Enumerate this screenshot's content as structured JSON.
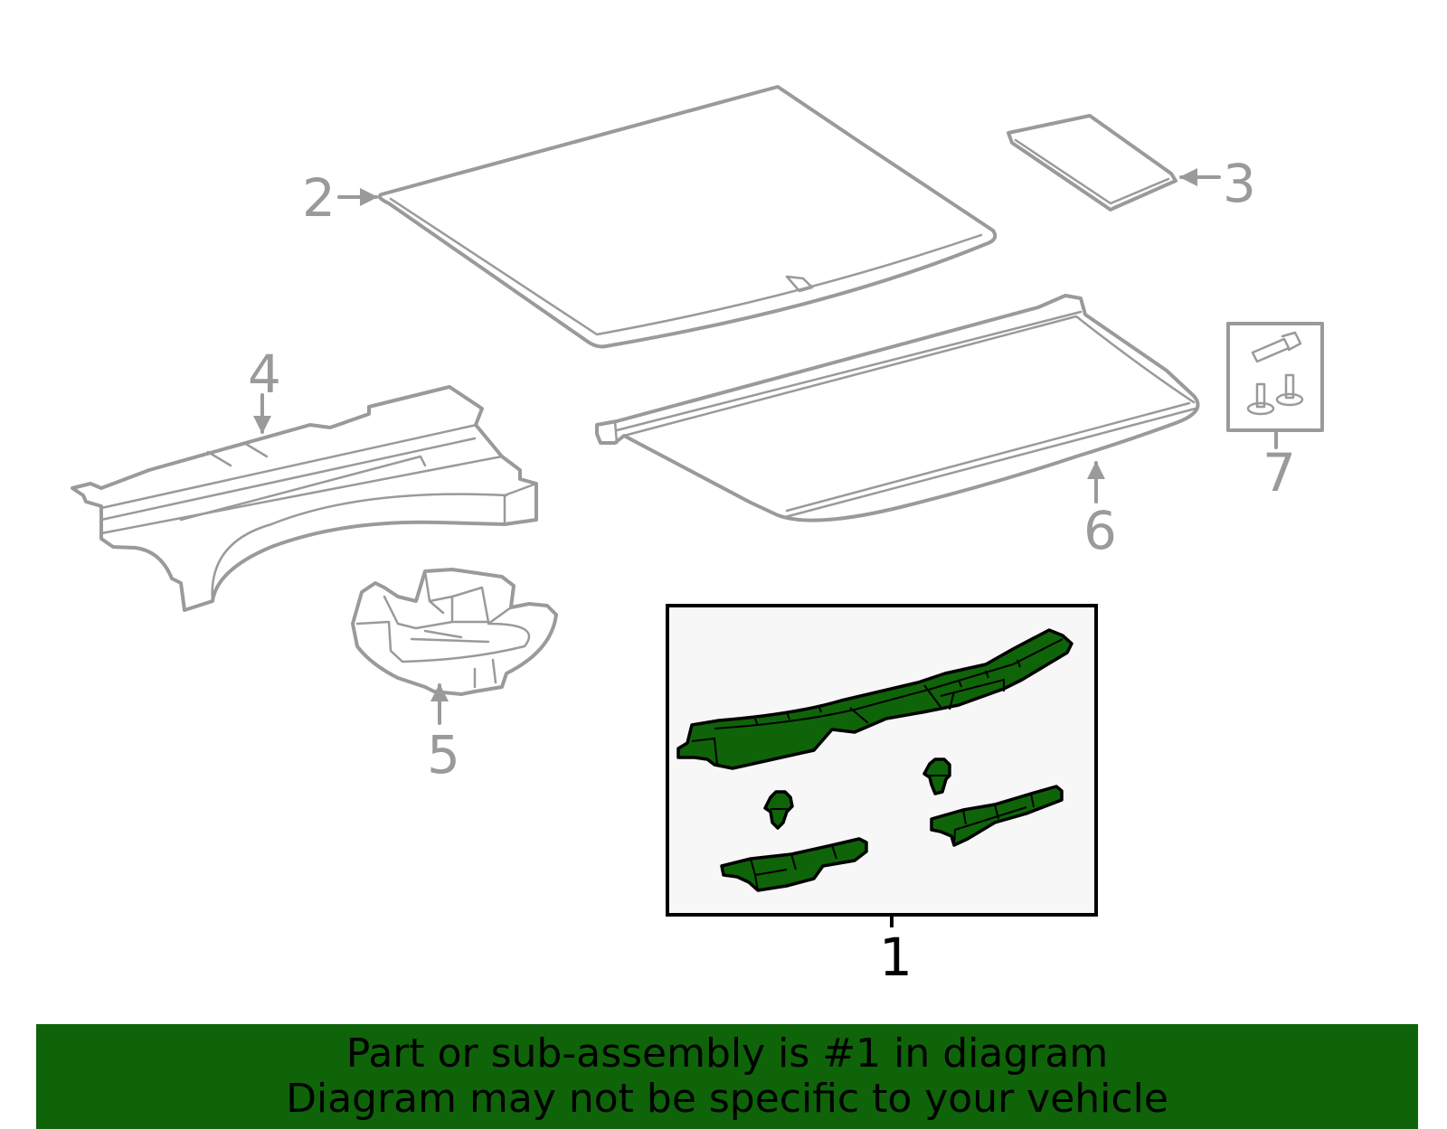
{
  "callouts": {
    "part1": "1",
    "part2": "2",
    "part3": "3",
    "part4": "4",
    "part5": "5",
    "part6": "6",
    "part7": "7"
  },
  "highlight_color": "#0f6309",
  "outline_color": "#9a9a9a",
  "banner": {
    "line1": "Part or sub-assembly is #1 in diagram",
    "line2": "Diagram may not be specific to your vehicle"
  }
}
